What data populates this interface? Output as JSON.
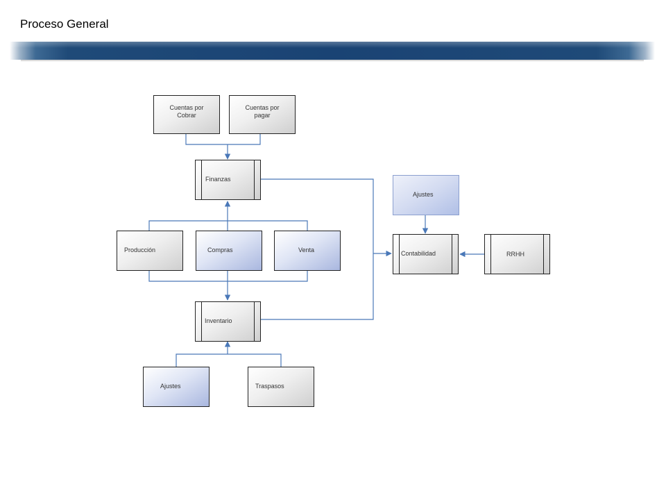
{
  "title": "Proceso General",
  "nodes": {
    "cuentas_cobrar": "Cuentas por\nCobrar",
    "cuentas_pagar": "Cuentas por\npagar",
    "finanzas": "Finanzas",
    "produccion": "Producción",
    "compras": "Compras",
    "venta": "Venta",
    "inventario": "Inventario",
    "ajustes_inventario": "Ajustes",
    "traspasos": "Traspasos",
    "ajustes_contabilidad": "Ajustes",
    "contabilidad": "Contabilidad",
    "rrhh": "RRHH"
  },
  "colors": {
    "connector": "#4a78b8",
    "banner": "#1a4374"
  }
}
